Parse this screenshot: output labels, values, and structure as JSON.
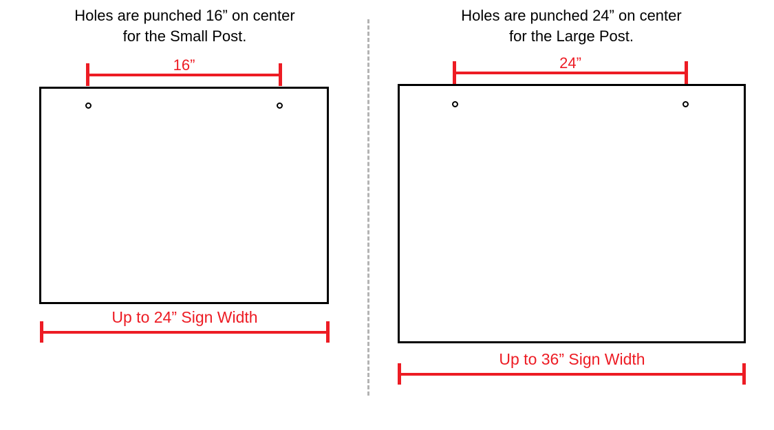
{
  "diagram": {
    "title_left": "Holes are punched 16” on center\nfor the Small Post.",
    "title_right": "Holes are punched 24” on center\nfor the Large Post.",
    "accent_color": "#ED1C24",
    "outline_color": "#000000",
    "divider_color": "#b3b3b3",
    "background_color": "#ffffff"
  },
  "panels": [
    {
      "id": "small-post",
      "heading_line1": "Holes are punched 16” on center",
      "heading_line2": "for the Small Post.",
      "hole_spacing_label": "16”",
      "sign_width_label": "Up to 24” Sign Width",
      "hole_count": 2
    },
    {
      "id": "large-post",
      "heading_line1": "Holes are punched 24” on center",
      "heading_line2": "for the Large Post.",
      "hole_spacing_label": "24”",
      "sign_width_label": "Up to 36” Sign Width",
      "hole_count": 2
    }
  ]
}
